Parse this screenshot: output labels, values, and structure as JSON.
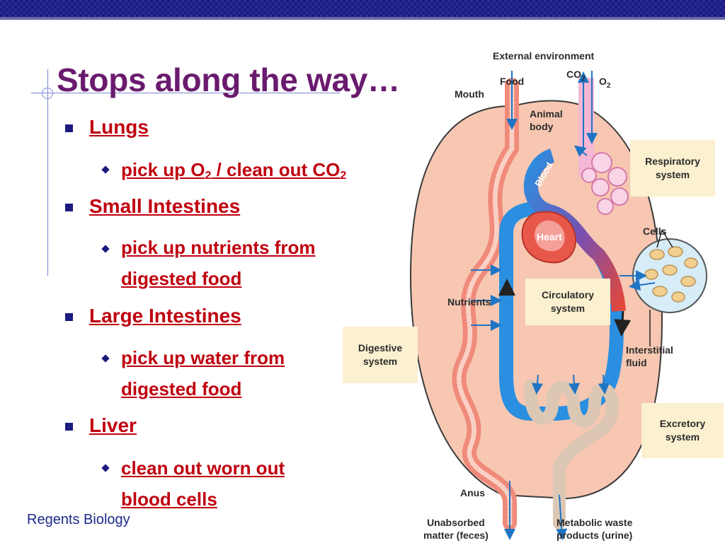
{
  "slide": {
    "title": "Stops along the way…",
    "footer": "Regents Biology"
  },
  "bullets": [
    {
      "text": "Lungs",
      "sub": [
        {
          "pre": "pick up O",
          "s1": "2",
          "mid": " / clean out CO",
          "s2": "2"
        }
      ]
    },
    {
      "text": "Small Intestines",
      "sub": [
        {
          "line1": "pick up nutrients from",
          "line2": "digested food"
        }
      ]
    },
    {
      "text": "Large Intestines",
      "sub": [
        {
          "line1": "pick up water from",
          "line2": "digested food"
        }
      ]
    },
    {
      "text": "Liver",
      "sub": [
        {
          "line1": "clean out worn out",
          "line2": "blood cells"
        }
      ]
    }
  ],
  "diagram": {
    "external_environment": "External environment",
    "food": "Food",
    "co2": "CO",
    "co2_sub": "2",
    "o2": "O",
    "o2_sub": "2",
    "mouth": "Mouth",
    "animal_body_1": "Animal",
    "animal_body_2": "body",
    "respiratory_1": "Respiratory",
    "respiratory_2": "system",
    "blood": "Blood",
    "heart": "Heart",
    "cells": "Cells",
    "nutrients": "Nutrients",
    "circulatory_1": "Circulatory",
    "circulatory_2": "system",
    "digestive_1": "Digestive",
    "digestive_2": "system",
    "interstitial_1": "Interstitial",
    "interstitial_2": "fluid",
    "excretory_1": "Excretory",
    "excretory_2": "system",
    "anus": "Anus",
    "unabsorbed_1": "Unabsorbed",
    "unabsorbed_2": "matter (feces)",
    "metabolic_1": "Metabolic waste",
    "metabolic_2": "products (urine)"
  },
  "colors": {
    "title": "#6a1b6e",
    "bullet_text": "#c0000f",
    "bullet_marker": "#1a1a80",
    "footer": "#1b2a8a",
    "top_bar": "#1a1a80"
  }
}
